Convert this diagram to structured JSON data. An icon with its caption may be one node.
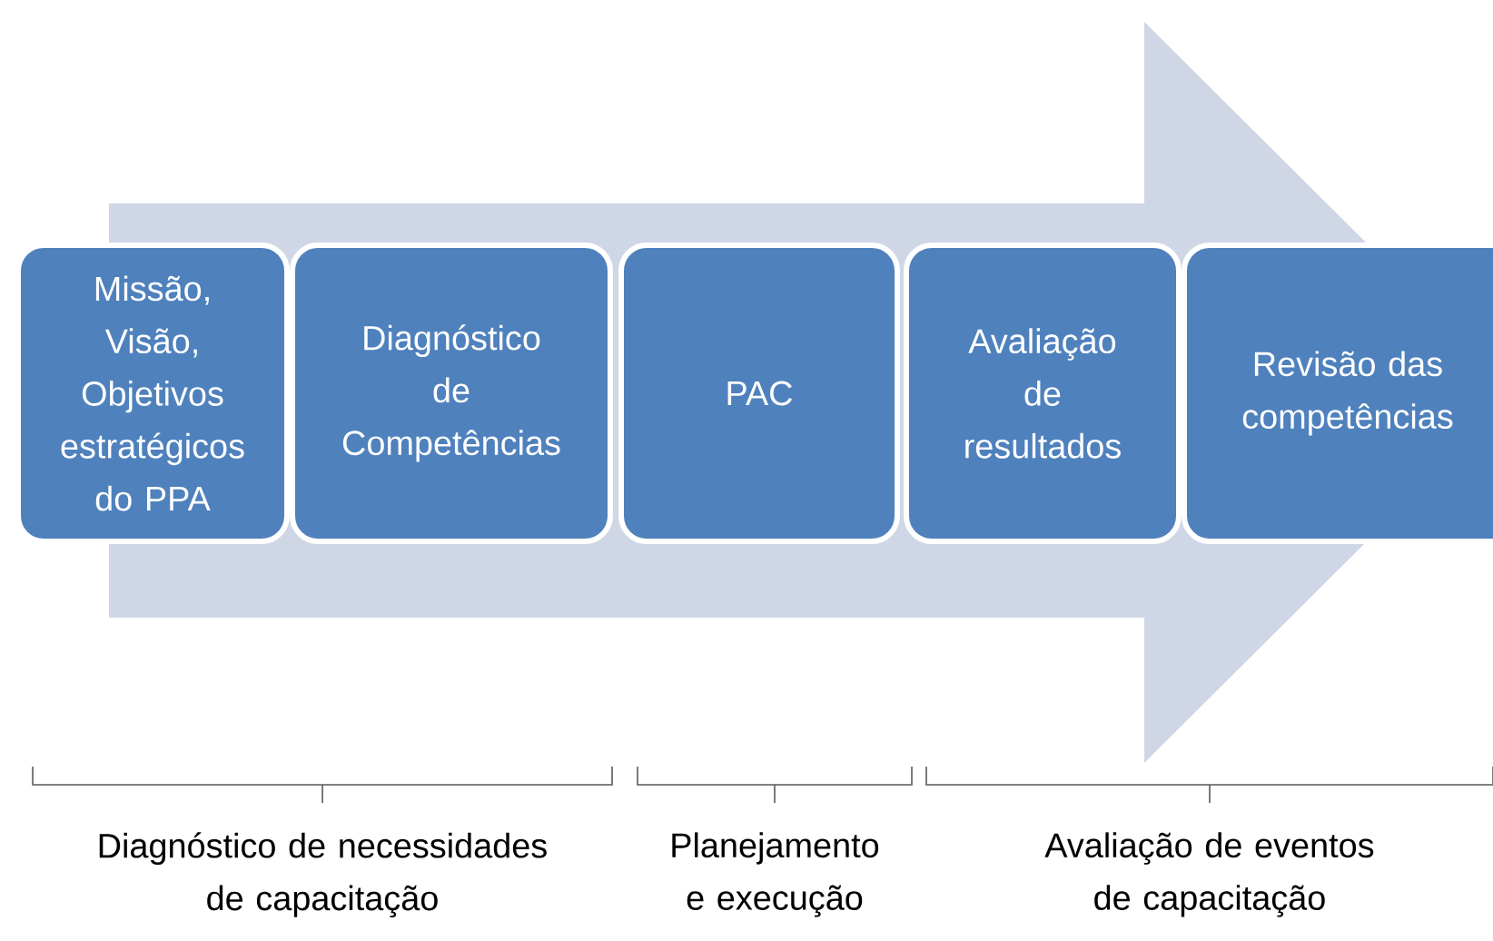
{
  "diagram": {
    "nodes": [
      {
        "text": [
          "Missão, Visão, Objetivos estratégicos do PPA"
        ]
      },
      {
        "text": [
          "Diagnóstico de Competências"
        ]
      },
      {
        "text": [
          "PAC"
        ]
      },
      {
        "text": [
          "Avaliação de resultados"
        ]
      },
      {
        "text": [
          "Revisão das competências"
        ]
      }
    ],
    "edges": [
      {
        "from": 0,
        "to": 4,
        "arrow": "to"
      }
    ],
    "labels": [
      "Diagnóstico de necessidades de capacitação",
      "Planejamento e execução",
      "Avaliação de eventos de capacitação"
    ]
  }
}
